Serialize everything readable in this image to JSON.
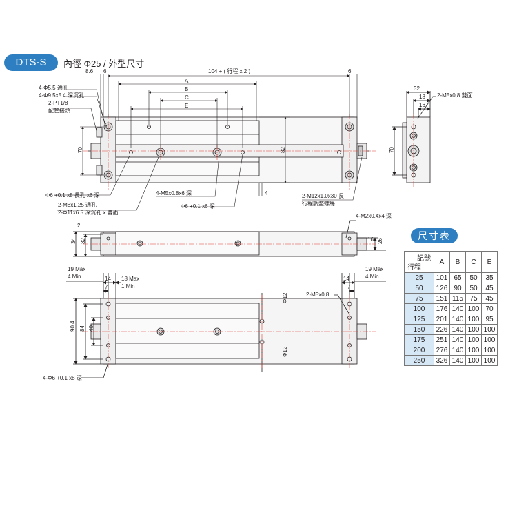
{
  "header": {
    "model": "DTS-S",
    "title": "內徑 Φ25 / 外型尺寸"
  },
  "dims": {
    "top_86": "8.6",
    "top_6a": "6",
    "top_stroke": "104 + ( 行程 x 2 )",
    "top_6b": "6",
    "A": "A",
    "B": "B",
    "C": "C",
    "E": "E",
    "h70": "70",
    "h82": "82",
    "d4": "4",
    "side_32": "32",
    "side_18": "18",
    "side_16": "16",
    "side_70": "70",
    "front_2": "2",
    "front_34": "34",
    "front_32": "32",
    "front_16": "16",
    "front_26": "26",
    "bot_19max_l": "19 Max",
    "bot_4min_l": "4 Min",
    "bot_14": "14",
    "bot_7": "7",
    "bot_18max": "18 Max",
    "bot_1min": "1 Min",
    "bot_phi12a": "Φ12",
    "bot_phi12b": "Φ12",
    "bot_m5": "2-M5x0,8",
    "bot_14r": "14",
    "bot_7r": "7",
    "bot_19max_r": "19 Max",
    "bot_4min_r": "4 Min",
    "bot_904": "90.4",
    "bot_84": "84",
    "bot_40": "40"
  },
  "callouts": {
    "holes_55": "4-Φ5.5 通孔",
    "holes_95": "4-Φ9.5x5.4 深沉孔",
    "pt18": "2-PT1/8",
    "pt18_sub": "配管接頭",
    "phi6_slot": "Φ6 +0.1 x8 長孔 x6 深",
    "m8": "2-M8x1.25 通孔",
    "phi11": "2-Φ11x6.5 深沉孔 x 雙面",
    "m5_4": "4-M5x0.8x6 深",
    "phi6_deep": "Φ6 +0.1 x6 深",
    "m12": "2-M12x1.0x30 長",
    "m12_sub": "行程調整螺絲",
    "m5_side": "2-M5x0,8 雙面",
    "m2": "4-M2x0.4x4 深",
    "phi6_8": "4-Φ6 +0.1 x8 深"
  },
  "size_table": {
    "title": "尺寸表",
    "corner_top": "記號",
    "corner_bottom": "行程",
    "columns": [
      "A",
      "B",
      "C",
      "E"
    ],
    "rows": [
      [
        "25",
        "101",
        "65",
        "50",
        "35"
      ],
      [
        "50",
        "126",
        "90",
        "50",
        "45"
      ],
      [
        "75",
        "151",
        "115",
        "75",
        "45"
      ],
      [
        "100",
        "176",
        "140",
        "100",
        "70"
      ],
      [
        "125",
        "201",
        "140",
        "100",
        "95"
      ],
      [
        "150",
        "226",
        "140",
        "100",
        "100"
      ],
      [
        "175",
        "251",
        "140",
        "100",
        "100"
      ],
      [
        "200",
        "276",
        "140",
        "100",
        "100"
      ],
      [
        "250",
        "326",
        "140",
        "100",
        "100"
      ]
    ]
  },
  "colors": {
    "accent": "#2e7fc2",
    "table_first_col": "#d6e8f6",
    "centerline": "#e03c31",
    "line": "#231f20"
  }
}
